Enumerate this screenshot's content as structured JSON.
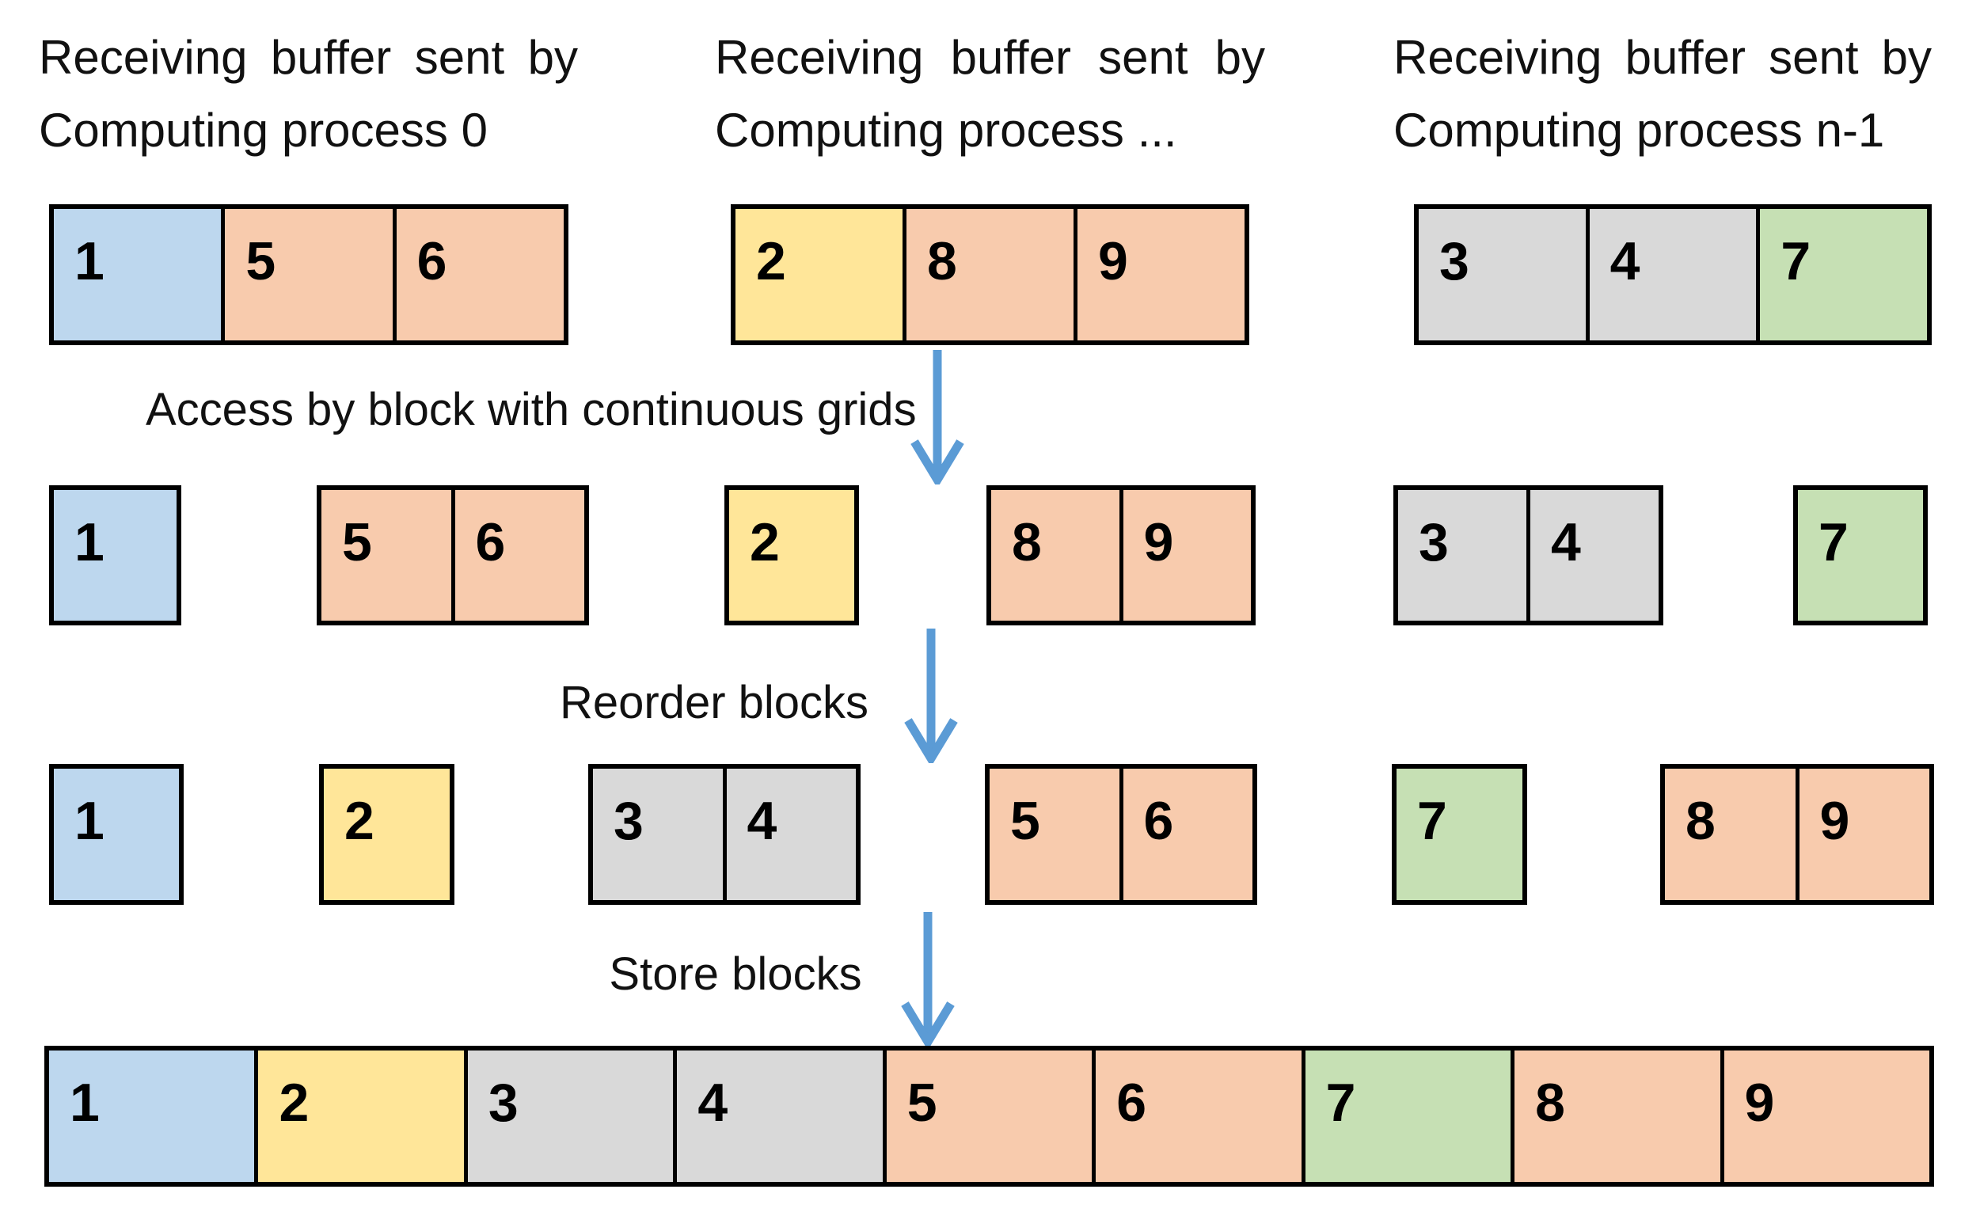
{
  "colors": {
    "blue": "#BDD7EE",
    "yellow": "#FFE699",
    "orange": "#F8CBAD",
    "gray": "#D9D9D9",
    "green": "#C6E0B4",
    "arrow": "#5B9BD5",
    "border": "#000000"
  },
  "top_buffers": [
    {
      "label_line1": "Receiving buffer sent by",
      "label_line2": "Computing process 0",
      "cells": [
        {
          "value": "1",
          "color": "blue"
        },
        {
          "value": "5",
          "color": "orange"
        },
        {
          "value": "6",
          "color": "orange"
        }
      ]
    },
    {
      "label_line1": "Receiving buffer sent by",
      "label_line2": "Computing process ...",
      "cells": [
        {
          "value": "2",
          "color": "yellow"
        },
        {
          "value": "8",
          "color": "orange"
        },
        {
          "value": "9",
          "color": "orange"
        }
      ]
    },
    {
      "label_line1": "Receiving buffer sent by",
      "label_line2": "Computing process n-1",
      "cells": [
        {
          "value": "3",
          "color": "gray"
        },
        {
          "value": "4",
          "color": "gray"
        },
        {
          "value": "7",
          "color": "green"
        }
      ]
    }
  ],
  "step_labels": {
    "access": "Access by block with continuous grids",
    "reorder": "Reorder blocks",
    "store": "Store blocks"
  },
  "access_row": [
    {
      "cells": [
        {
          "value": "1",
          "color": "blue"
        }
      ]
    },
    {
      "cells": [
        {
          "value": "5",
          "color": "orange"
        },
        {
          "value": "6",
          "color": "orange"
        }
      ]
    },
    {
      "cells": [
        {
          "value": "2",
          "color": "yellow"
        }
      ]
    },
    {
      "cells": [
        {
          "value": "8",
          "color": "orange"
        },
        {
          "value": "9",
          "color": "orange"
        }
      ]
    },
    {
      "cells": [
        {
          "value": "3",
          "color": "gray"
        },
        {
          "value": "4",
          "color": "gray"
        }
      ]
    },
    {
      "cells": [
        {
          "value": "7",
          "color": "green"
        }
      ]
    }
  ],
  "reorder_row": [
    {
      "cells": [
        {
          "value": "1",
          "color": "blue"
        }
      ]
    },
    {
      "cells": [
        {
          "value": "2",
          "color": "yellow"
        }
      ]
    },
    {
      "cells": [
        {
          "value": "3",
          "color": "gray"
        },
        {
          "value": "4",
          "color": "gray"
        }
      ]
    },
    {
      "cells": [
        {
          "value": "5",
          "color": "orange"
        },
        {
          "value": "6",
          "color": "orange"
        }
      ]
    },
    {
      "cells": [
        {
          "value": "7",
          "color": "green"
        }
      ]
    },
    {
      "cells": [
        {
          "value": "8",
          "color": "orange"
        },
        {
          "value": "9",
          "color": "orange"
        }
      ]
    }
  ],
  "store_bar": {
    "cells": [
      {
        "value": "1",
        "color": "blue"
      },
      {
        "value": "2",
        "color": "yellow"
      },
      {
        "value": "3",
        "color": "gray"
      },
      {
        "value": "4",
        "color": "gray"
      },
      {
        "value": "5",
        "color": "orange"
      },
      {
        "value": "6",
        "color": "orange"
      },
      {
        "value": "7",
        "color": "green"
      },
      {
        "value": "8",
        "color": "orange"
      },
      {
        "value": "9",
        "color": "orange"
      }
    ]
  }
}
